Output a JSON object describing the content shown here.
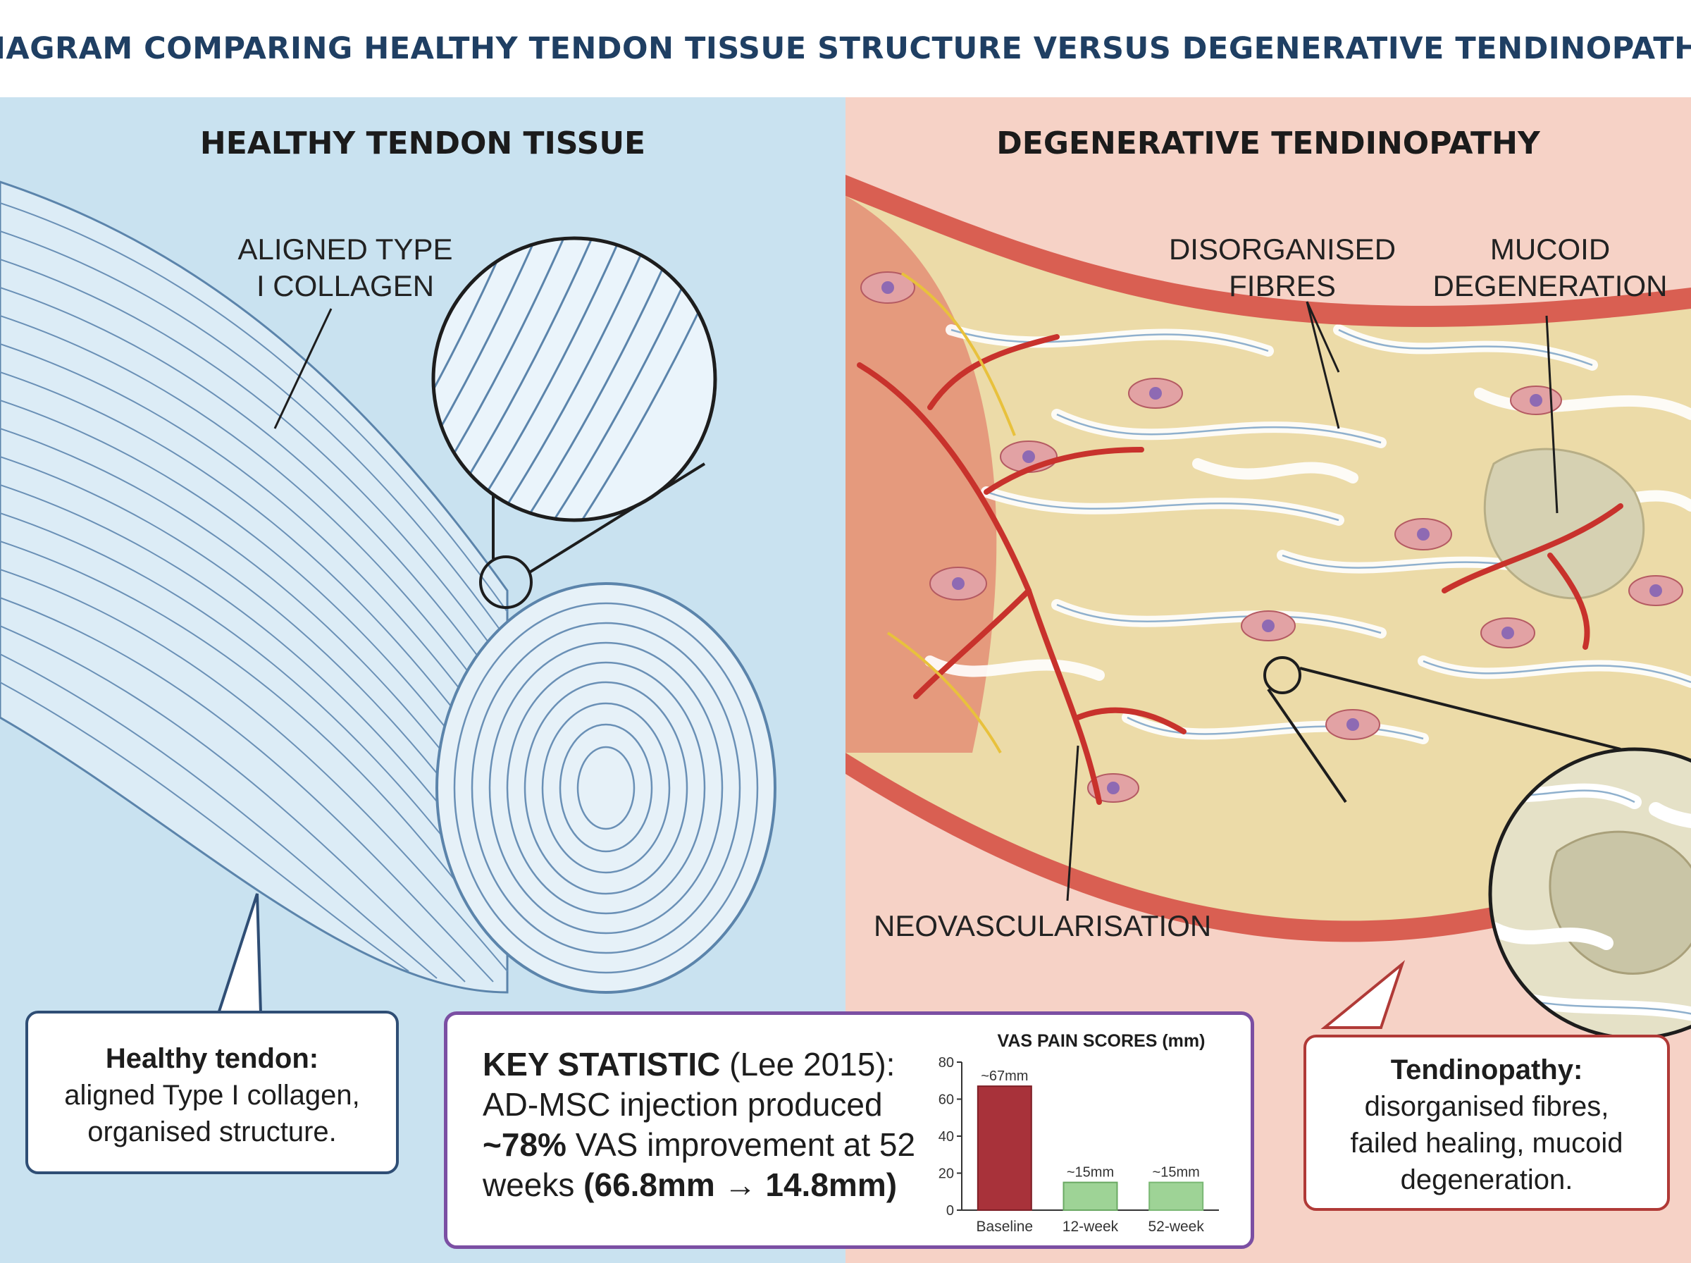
{
  "title": "DIAGRAM COMPARING HEALTHY TENDON TISSUE STRUCTURE VERSUS DEGENERATIVE TENDINOPATHY",
  "left_panel": {
    "title": "HEALTHY TENDON TISSUE",
    "label_line1": "ALIGNED TYPE",
    "label_line2": "I COLLAGEN",
    "callout_heading": "Healthy tendon:",
    "callout_line1": "aligned Type I collagen,",
    "callout_line2": "organised structure."
  },
  "right_panel": {
    "title": "DEGENERATIVE TENDINOPATHY",
    "label_fibres_line1": "DISORGANISED",
    "label_fibres_line2": "FIBRES",
    "label_mucoid_line1": "MUCOID",
    "label_mucoid_line2": "DEGENERATION",
    "label_neo": "NEOVASCULARISATION",
    "callout_heading": "Tendinopathy:",
    "callout_line1": "disorganised fibres,",
    "callout_line2": "failed healing, mucoid",
    "callout_line3": "degeneration."
  },
  "stat": {
    "heading": "KEY STATISTIC",
    "citation": " (Lee 2015):",
    "line2": "AD-MSC injection produced",
    "line3_bold": "~78%",
    "line3_rest": " VAS improvement at 52",
    "line4_rest": "weeks ",
    "line4_bold": "(66.8mm → 14.8mm)"
  },
  "colors": {
    "title": "#1f3f63",
    "left_bg": "#c9e2f0",
    "right_bg": "#f6d2c6",
    "fiber_blue": "#5b84ab",
    "stat_border": "#7b4fa3",
    "baseline_bar": "#a8323a",
    "followup_bar": "#9ed396"
  },
  "chart_data": {
    "type": "bar",
    "title": "VAS PAIN SCORES (mm)",
    "categories": [
      "Baseline",
      "12-week",
      "52-week"
    ],
    "values": [
      67,
      15,
      15
    ],
    "data_labels": [
      "~67mm",
      "~15mm",
      "~15mm"
    ],
    "yticks": [
      "0",
      "20",
      "40",
      "60",
      "80"
    ],
    "ylim": [
      0,
      80
    ]
  }
}
